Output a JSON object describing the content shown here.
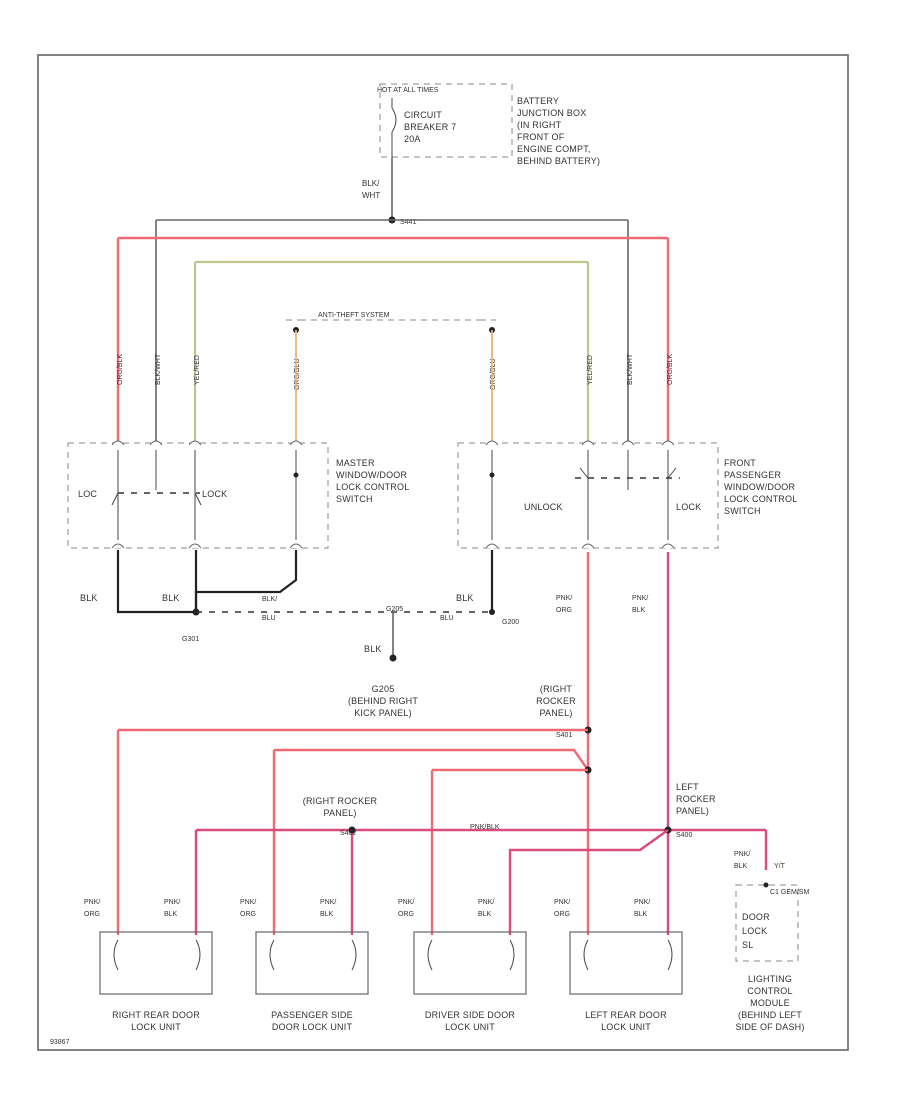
{
  "power": {
    "header": "HOT AT ALL TIMES",
    "breaker": [
      "CIRCUIT",
      "BREAKER 7",
      "20A"
    ],
    "location": [
      "BATTERY",
      "JUNCTION BOX",
      "(IN RIGHT",
      "FRONT OF",
      "ENGINE COMPT,",
      "BEHIND BATTERY)"
    ],
    "wire": [
      "BLK/",
      "WHT"
    ],
    "splice": "S441"
  },
  "wires": {
    "org_blk": "ORG/BLK",
    "blk_wht": "BLK/WHT",
    "yel_red": "YEL/RED",
    "org_blu": "ORG/BLU",
    "blk": "BLK",
    "blk_line1": "BLK/",
    "blk_line2": "BLU",
    "pnk_org": [
      "PNK/",
      "ORG"
    ],
    "pnk_blk": [
      "PNK/",
      "BLK"
    ],
    "pnk_blk_inline": "PNK/BLK",
    "ydt": "Y/T"
  },
  "antitheft": "ANTI-THEFT SYSTEM",
  "switches": {
    "master_title": [
      "MASTER",
      "WINDOW/DOOR",
      "LOCK CONTROL",
      "SWITCH"
    ],
    "front_title": [
      "FRONT",
      "PASSENGER",
      "WINDOW/DOOR",
      "LOCK CONTROL",
      "SWITCH"
    ],
    "lock": "LOCK",
    "unlock": "UNLOCK",
    "lock_short": "LOC"
  },
  "grounds": {
    "g301": "G301",
    "g200": "G200",
    "g205": "G205",
    "g205_loc": [
      "G205",
      "(BEHIND RIGHT",
      "KICK PANEL)"
    ]
  },
  "splices": {
    "right_rocker": [
      "(RIGHT",
      "ROCKER",
      "PANEL)"
    ],
    "s401": "S401",
    "right_rocker2": [
      "(RIGHT ROCKER",
      "PANEL)"
    ],
    "s402": "S402",
    "left_rocker": [
      "LEFT",
      "ROCKER",
      "PANEL)"
    ],
    "s400": "S400"
  },
  "units": [
    {
      "label": [
        "RIGHT REAR DOOR",
        "LOCK UNIT"
      ],
      "tl": "PNK/",
      "tl2": "ORG",
      "tr": "PNK/",
      "tr2": "BLK"
    },
    {
      "label": [
        "PASSENGER SIDE",
        "DOOR LOCK UNIT"
      ],
      "tl": "PNK/",
      "tl2": "ORG",
      "tr": "PNK/",
      "tr2": "BLK"
    },
    {
      "label": [
        "DRIVER SIDE DOOR",
        "LOCK UNIT"
      ],
      "tl": "PNK/",
      "tl2": "ORG",
      "tr": "PNK/",
      "tr2": "BLK"
    },
    {
      "label": [
        "LEFT REAR DOOR",
        "LOCK UNIT"
      ],
      "tl": "PNK/",
      "tl2": "ORG",
      "tr": "PNK/",
      "tr2": "BLK"
    }
  ],
  "module": {
    "connector": "C1 GEM/SM",
    "inside": [
      "DOOR",
      "LOCK",
      "SL"
    ],
    "label": [
      "LIGHTING",
      "CONTROL",
      "MODULE",
      "(BEHIND LEFT",
      "SIDE OF DASH)"
    ]
  },
  "figure_id": "93867"
}
